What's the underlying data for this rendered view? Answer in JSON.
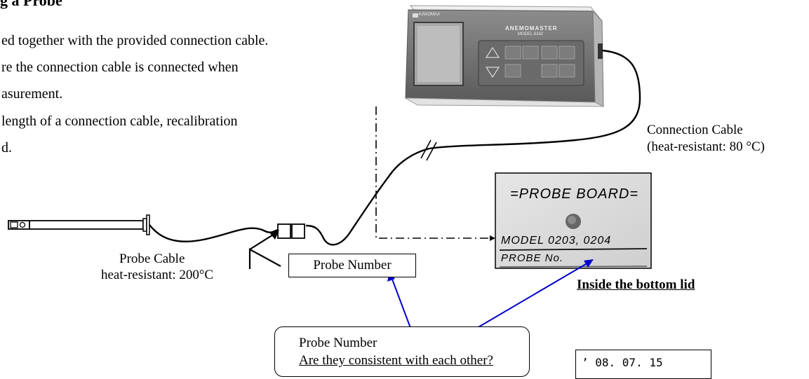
{
  "heading": "g a Probe",
  "intro_lines": [
    "ed together with the provided connection cable.",
    "re  the  connection  cable  is  connected  when",
    "asurement.",
    "length of a connection cable, recalibration",
    "d."
  ],
  "device": {
    "brand": "KANOMAX",
    "name": "ANEMOMASTER",
    "model": "MODEL 6162"
  },
  "connection_cable": {
    "line1": "Connection Cable",
    "line2": "(heat-resistant: 80 °C)"
  },
  "probe_cable": {
    "line1": "Probe Cable",
    "line2": "heat-resistant: 200°C"
  },
  "probe_number_box": "Probe Number",
  "probe_board": {
    "title": "=PROBE BOARD=",
    "model_line": "MODEL 0203, 0204",
    "probe_line": "PROBE  No."
  },
  "lid_caption": "Inside the bottom lid",
  "bubble": {
    "line1": "Probe Number",
    "line2": "Are they consistent with each other?"
  },
  "date_box": "’ 08. 07. 15"
}
